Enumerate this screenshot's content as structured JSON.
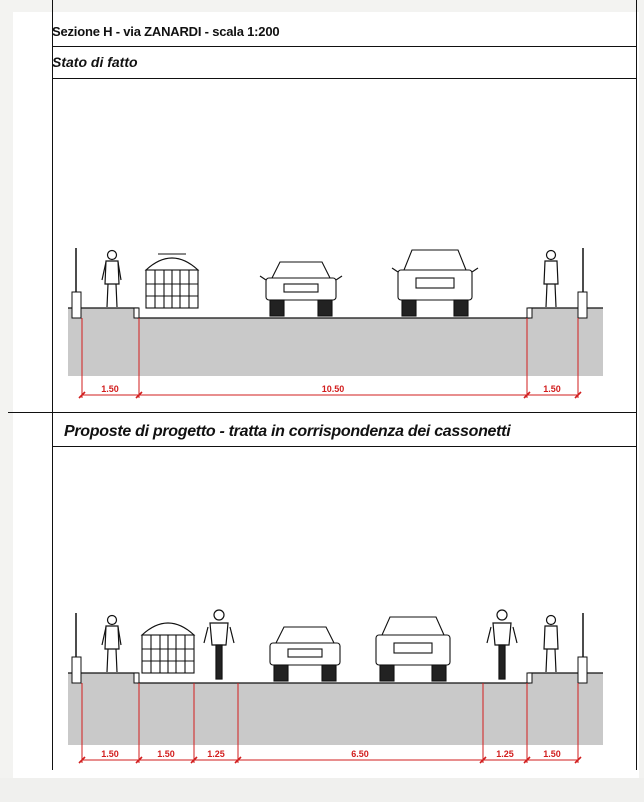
{
  "header": {
    "title": "Sezione H - via ZANARDI - scala 1:200"
  },
  "section_existing": {
    "heading": "Stato di fatto",
    "dimensions": [
      "1.50",
      "10.50",
      "1.50"
    ]
  },
  "section_project": {
    "heading": "Proposte di progetto - tratta in corrispondenza dei cassonetti",
    "dimensions": [
      "1.50",
      "1.50",
      "1.25",
      "6.50",
      "1.25",
      "1.50"
    ]
  },
  "colors": {
    "ground": "#c9c9c9",
    "dimension": "#d21d1d",
    "lines": "#111111"
  }
}
